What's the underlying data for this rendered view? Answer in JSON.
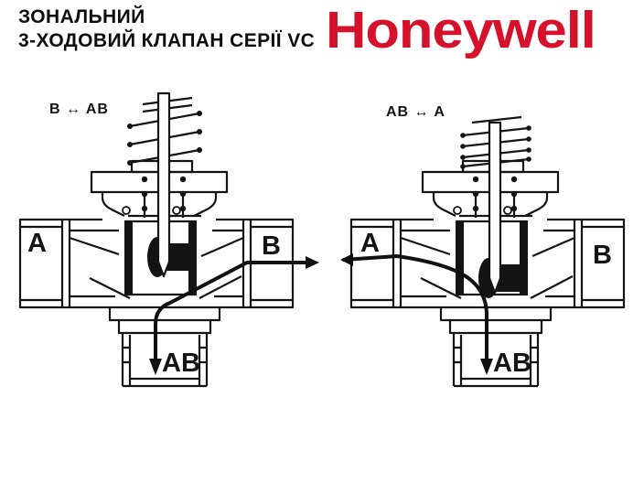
{
  "header": {
    "title_line1": "ЗОНАЛЬНИЙ",
    "title_line2": "3-ХОДОВИЙ КЛАПАН СЕРІЇ VC",
    "brand": "Honeywell"
  },
  "colors": {
    "brand_red": "#D6112B",
    "diagram_ink": "#141414",
    "background": "#FFFFFF"
  },
  "diagrams": {
    "left_valve": {
      "flow_label": "B ↔ AB",
      "port_a": "A",
      "port_b": "B",
      "port_ab": "AB"
    },
    "right_valve": {
      "flow_label": "AB ↔ A",
      "port_a": "A",
      "port_b": "B",
      "port_ab": "AB"
    }
  }
}
